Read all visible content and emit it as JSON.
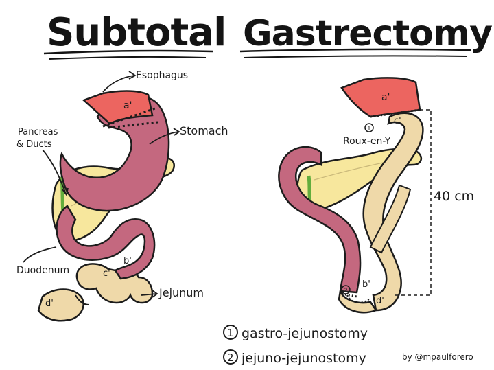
{
  "title": {
    "word1": "Subtotal",
    "word2": "Gastrectomy"
  },
  "left_diagram": {
    "labels": {
      "esophagus": "Esophagus",
      "stomach": "Stomach",
      "pancreas_line1": "Pancreas",
      "pancreas_line2": "& Ducts",
      "duodenum": "Duodenum",
      "jejunum": "Jejunum"
    },
    "points": {
      "a": "a'",
      "b": "b'",
      "c": "c'",
      "d": "d'"
    }
  },
  "right_diagram": {
    "labels": {
      "roux": "Roux-en-Y",
      "length": "40 cm",
      "marker_1": "1",
      "marker_2": "2"
    },
    "points": {
      "a": "a'",
      "b": "b'",
      "c": "c'",
      "d": "d'"
    }
  },
  "legend": {
    "items": [
      {
        "number": "1",
        "text": "gastro-jejunostomy"
      },
      {
        "number": "2",
        "text": "jejuno-jejunostomy"
      }
    ]
  },
  "credit": "by @mpaulforero",
  "colors": {
    "stomach": "#c4687f",
    "esophagus": "#ec6560",
    "pancreas": "#f7e79d",
    "bile_duct": "#62ad3d",
    "jejunum": "#efd9a9",
    "ink": "#1c1c1c"
  }
}
